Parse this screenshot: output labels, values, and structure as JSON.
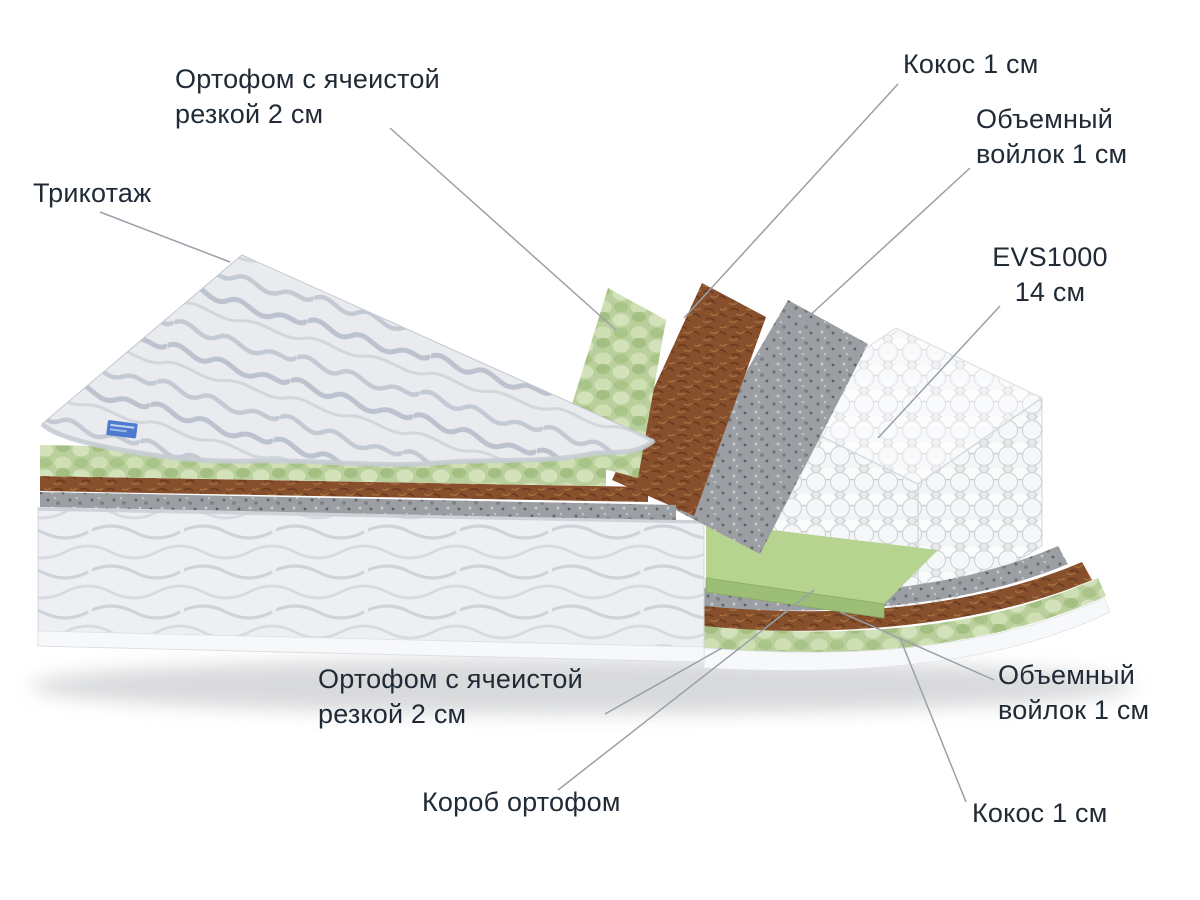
{
  "diagram": {
    "type": "mattress-layers-cutaway",
    "labels": {
      "ortofoam_top": "Ортофом с ячеистой\nрезкой 2 см",
      "kokos_top": "Кокос 1 см",
      "voylok_top": "Объемный\nвойлок 1 см",
      "trikotazh": "Трикотаж",
      "evs": "EVS1000\n14 см",
      "ortofoam_bottom": "Ортофом с ячеистой\nрезкой 2 см",
      "korob": "Короб ортофом",
      "voylok_bottom": "Объемный\nвойлок 1 см",
      "kokos_bottom": "Кокос 1 см"
    },
    "layers": [
      {
        "label": "Трикотаж"
      },
      {
        "label": "Ортофом с ячеистой резкой 2 см"
      },
      {
        "label": "Кокос 1 см"
      },
      {
        "label": "Объемный войлок 1 см"
      },
      {
        "label": "EVS1000 14 см"
      },
      {
        "label": "Объемный войлок 1 см"
      },
      {
        "label": "Кокос 1 см"
      },
      {
        "label": "Ортофом с ячеистой резкой 2 см"
      },
      {
        "label": "Короб ортофом"
      }
    ],
    "colors": {
      "fabric_light": "#e9ebef",
      "foam_green": "#b9d09c",
      "foam_green_box": "#b6d390",
      "coir_brown": "#874f2c",
      "felt_gray": "#9b9ea2",
      "springs_white": "#f6f7f8",
      "label_text": "#212b36",
      "leader_line": "#9aa0a8",
      "tag_blue": "#4d79cf"
    }
  }
}
